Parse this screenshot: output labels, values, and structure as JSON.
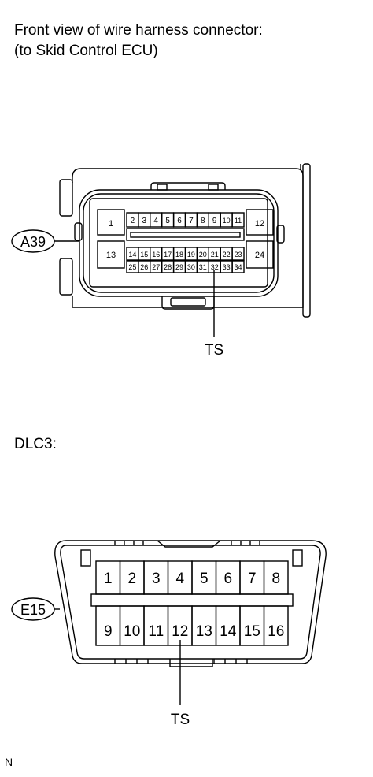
{
  "header": {
    "line1": "Front view of wire harness connector:",
    "line2": "(to Skid Control ECU)"
  },
  "ecu_connector": {
    "code": "A39",
    "pointer_label": "TS",
    "big_terminals": [
      "1",
      "12",
      "13",
      "24"
    ],
    "row1": [
      "2",
      "3",
      "4",
      "5",
      "6",
      "7",
      "8",
      "9",
      "10",
      "11"
    ],
    "row2": [
      "14",
      "15",
      "16",
      "17",
      "18",
      "19",
      "20",
      "21",
      "22",
      "23"
    ],
    "row3": [
      "25",
      "26",
      "27",
      "28",
      "29",
      "30",
      "31",
      "32",
      "33",
      "34"
    ]
  },
  "dlc3": {
    "title": "DLC3:",
    "code": "E15",
    "pointer_label": "TS",
    "row1": [
      "1",
      "2",
      "3",
      "4",
      "5",
      "6",
      "7",
      "8"
    ],
    "row2": [
      "9",
      "10",
      "11",
      "12",
      "13",
      "14",
      "15",
      "16"
    ]
  },
  "footer": {
    "mark": "N"
  }
}
